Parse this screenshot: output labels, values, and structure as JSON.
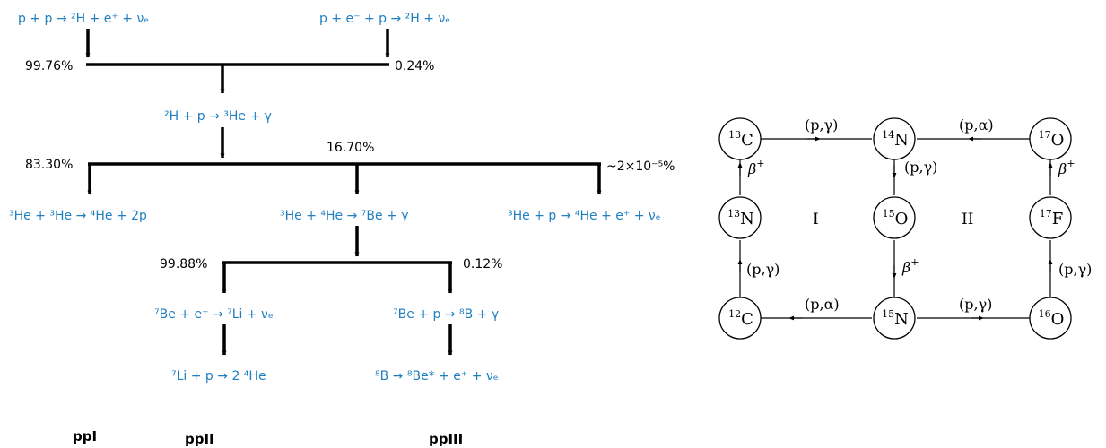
{
  "pp_chain": {
    "reactions": {
      "pp": "p + p → ²H + e⁺ + νₑ",
      "pep": "p + e⁻ + p → ²H + νₑ",
      "dp": "²H + p → ³He + γ",
      "he3he3": "³He + ³He  → ⁴He + 2p",
      "he3he4": "³He + ⁴He  → ⁷Be + γ",
      "hep": "³He + p → ⁴He + e⁺ + νₑ",
      "be7e": "⁷Be + e⁻ → ⁷Li + νₑ",
      "be7p": "⁷Be + p → ⁸B + γ",
      "li7p": "⁷Li + p → 2 ⁴He",
      "b8": "⁸B → ⁸Be* + e⁺ + νₑ"
    },
    "percentages": {
      "pp": "99.76%",
      "pep": "0.24%",
      "ppI": "83.30%",
      "ppII_III": "16.70%",
      "hep": "~2×10⁻⁵%",
      "be7e": "99.88%",
      "be7p": "0.12%"
    },
    "branches": {
      "ppI": "ppI",
      "ppII": "ppII",
      "ppIII": "ppIII"
    }
  },
  "cno_cycle": {
    "nuclei": {
      "c13": {
        "mass": "13",
        "element": "C"
      },
      "n14": {
        "mass": "14",
        "element": "N"
      },
      "o17": {
        "mass": "17",
        "element": "O"
      },
      "n13": {
        "mass": "13",
        "element": "N"
      },
      "o15": {
        "mass": "15",
        "element": "O"
      },
      "f17": {
        "mass": "17",
        "element": "F"
      },
      "c12": {
        "mass": "12",
        "element": "C"
      },
      "n15": {
        "mass": "15",
        "element": "N"
      },
      "o16": {
        "mass": "16",
        "element": "O"
      }
    },
    "labels": {
      "pg": "(p,γ)",
      "pa": "(p,α)",
      "beta": "β",
      "beta_sup": "+"
    },
    "cycles": {
      "one": "I",
      "two": "II"
    }
  }
}
